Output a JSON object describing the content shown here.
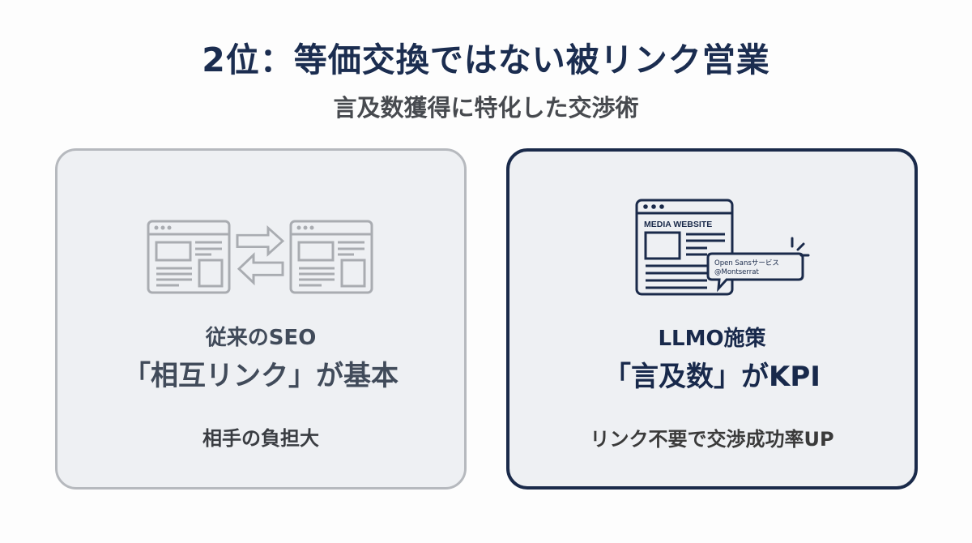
{
  "header": {
    "title": "2位：等価交換ではない被リンク営業",
    "subtitle": "言及数獲得に特化した交渉術"
  },
  "cards": [
    {
      "id": "traditional-seo",
      "icon": "mutual-link-exchange-icon",
      "line1": "従来のSEO",
      "line2": "「相互リンク」が基本",
      "line3": "相手の負担大",
      "border_color": "#b6b9be"
    },
    {
      "id": "llmo",
      "icon": "media-website-mention-icon",
      "icon_labels": {
        "site_heading": "MEDIA WEBSITE",
        "bubble_line1": "Open Sansサービス",
        "bubble_line2": "@Montserrat"
      },
      "line1": "LLMO施策",
      "line2": "「言及数」がKPI",
      "line3": "リンク不要で交渉成功率UP",
      "border_color": "#1a2a4a"
    }
  ],
  "colors": {
    "title": "#1b2d50",
    "subtitle": "#474a4f",
    "card_fill": "#eef0f3",
    "navy": "#1a2a4a",
    "gray_icon": "#a9acb1"
  }
}
